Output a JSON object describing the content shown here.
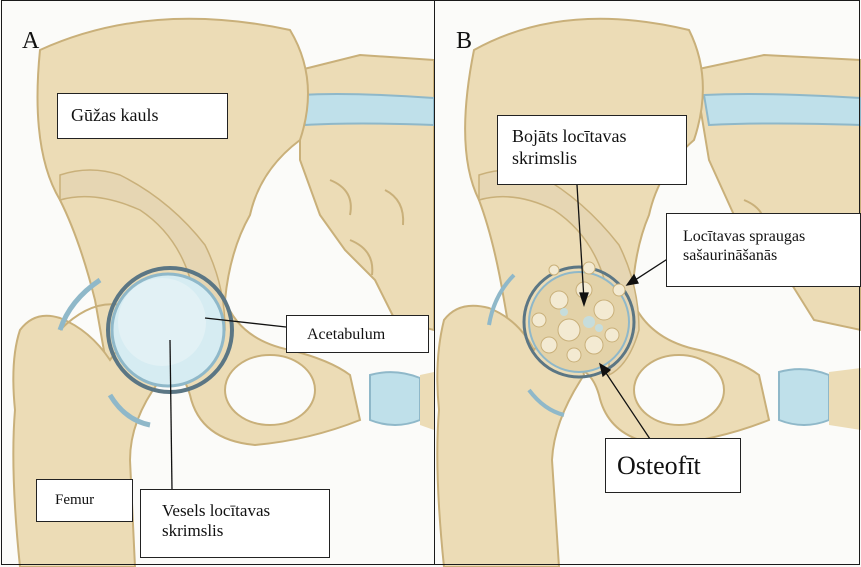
{
  "panels": {
    "a": {
      "letter": "A"
    },
    "b": {
      "letter": "B"
    }
  },
  "labels": {
    "gluteal_bone": "Gūžas kauls",
    "acetabulum": "Acetabulum",
    "femur": "Femur",
    "healthy_cartilage": [
      "Vesels locītavas",
      "skrimslis"
    ],
    "damaged_cartilage": [
      "Bojāts locītavas",
      "skrimslis"
    ],
    "joint_space_narrowing": [
      "Locītavas spraugas",
      "sašaurināšanās"
    ],
    "osteophyte": "Osteofīt"
  },
  "colors": {
    "bone": "#ecdcb6",
    "bone_shade": "#d9c391",
    "bone_outline": "#c9b07a",
    "cartilage": "#bfe0ea",
    "cartilage_edge": "#8fb8c9",
    "joint_dark": "#5b7684",
    "cancellous": "#e6d6b3"
  }
}
